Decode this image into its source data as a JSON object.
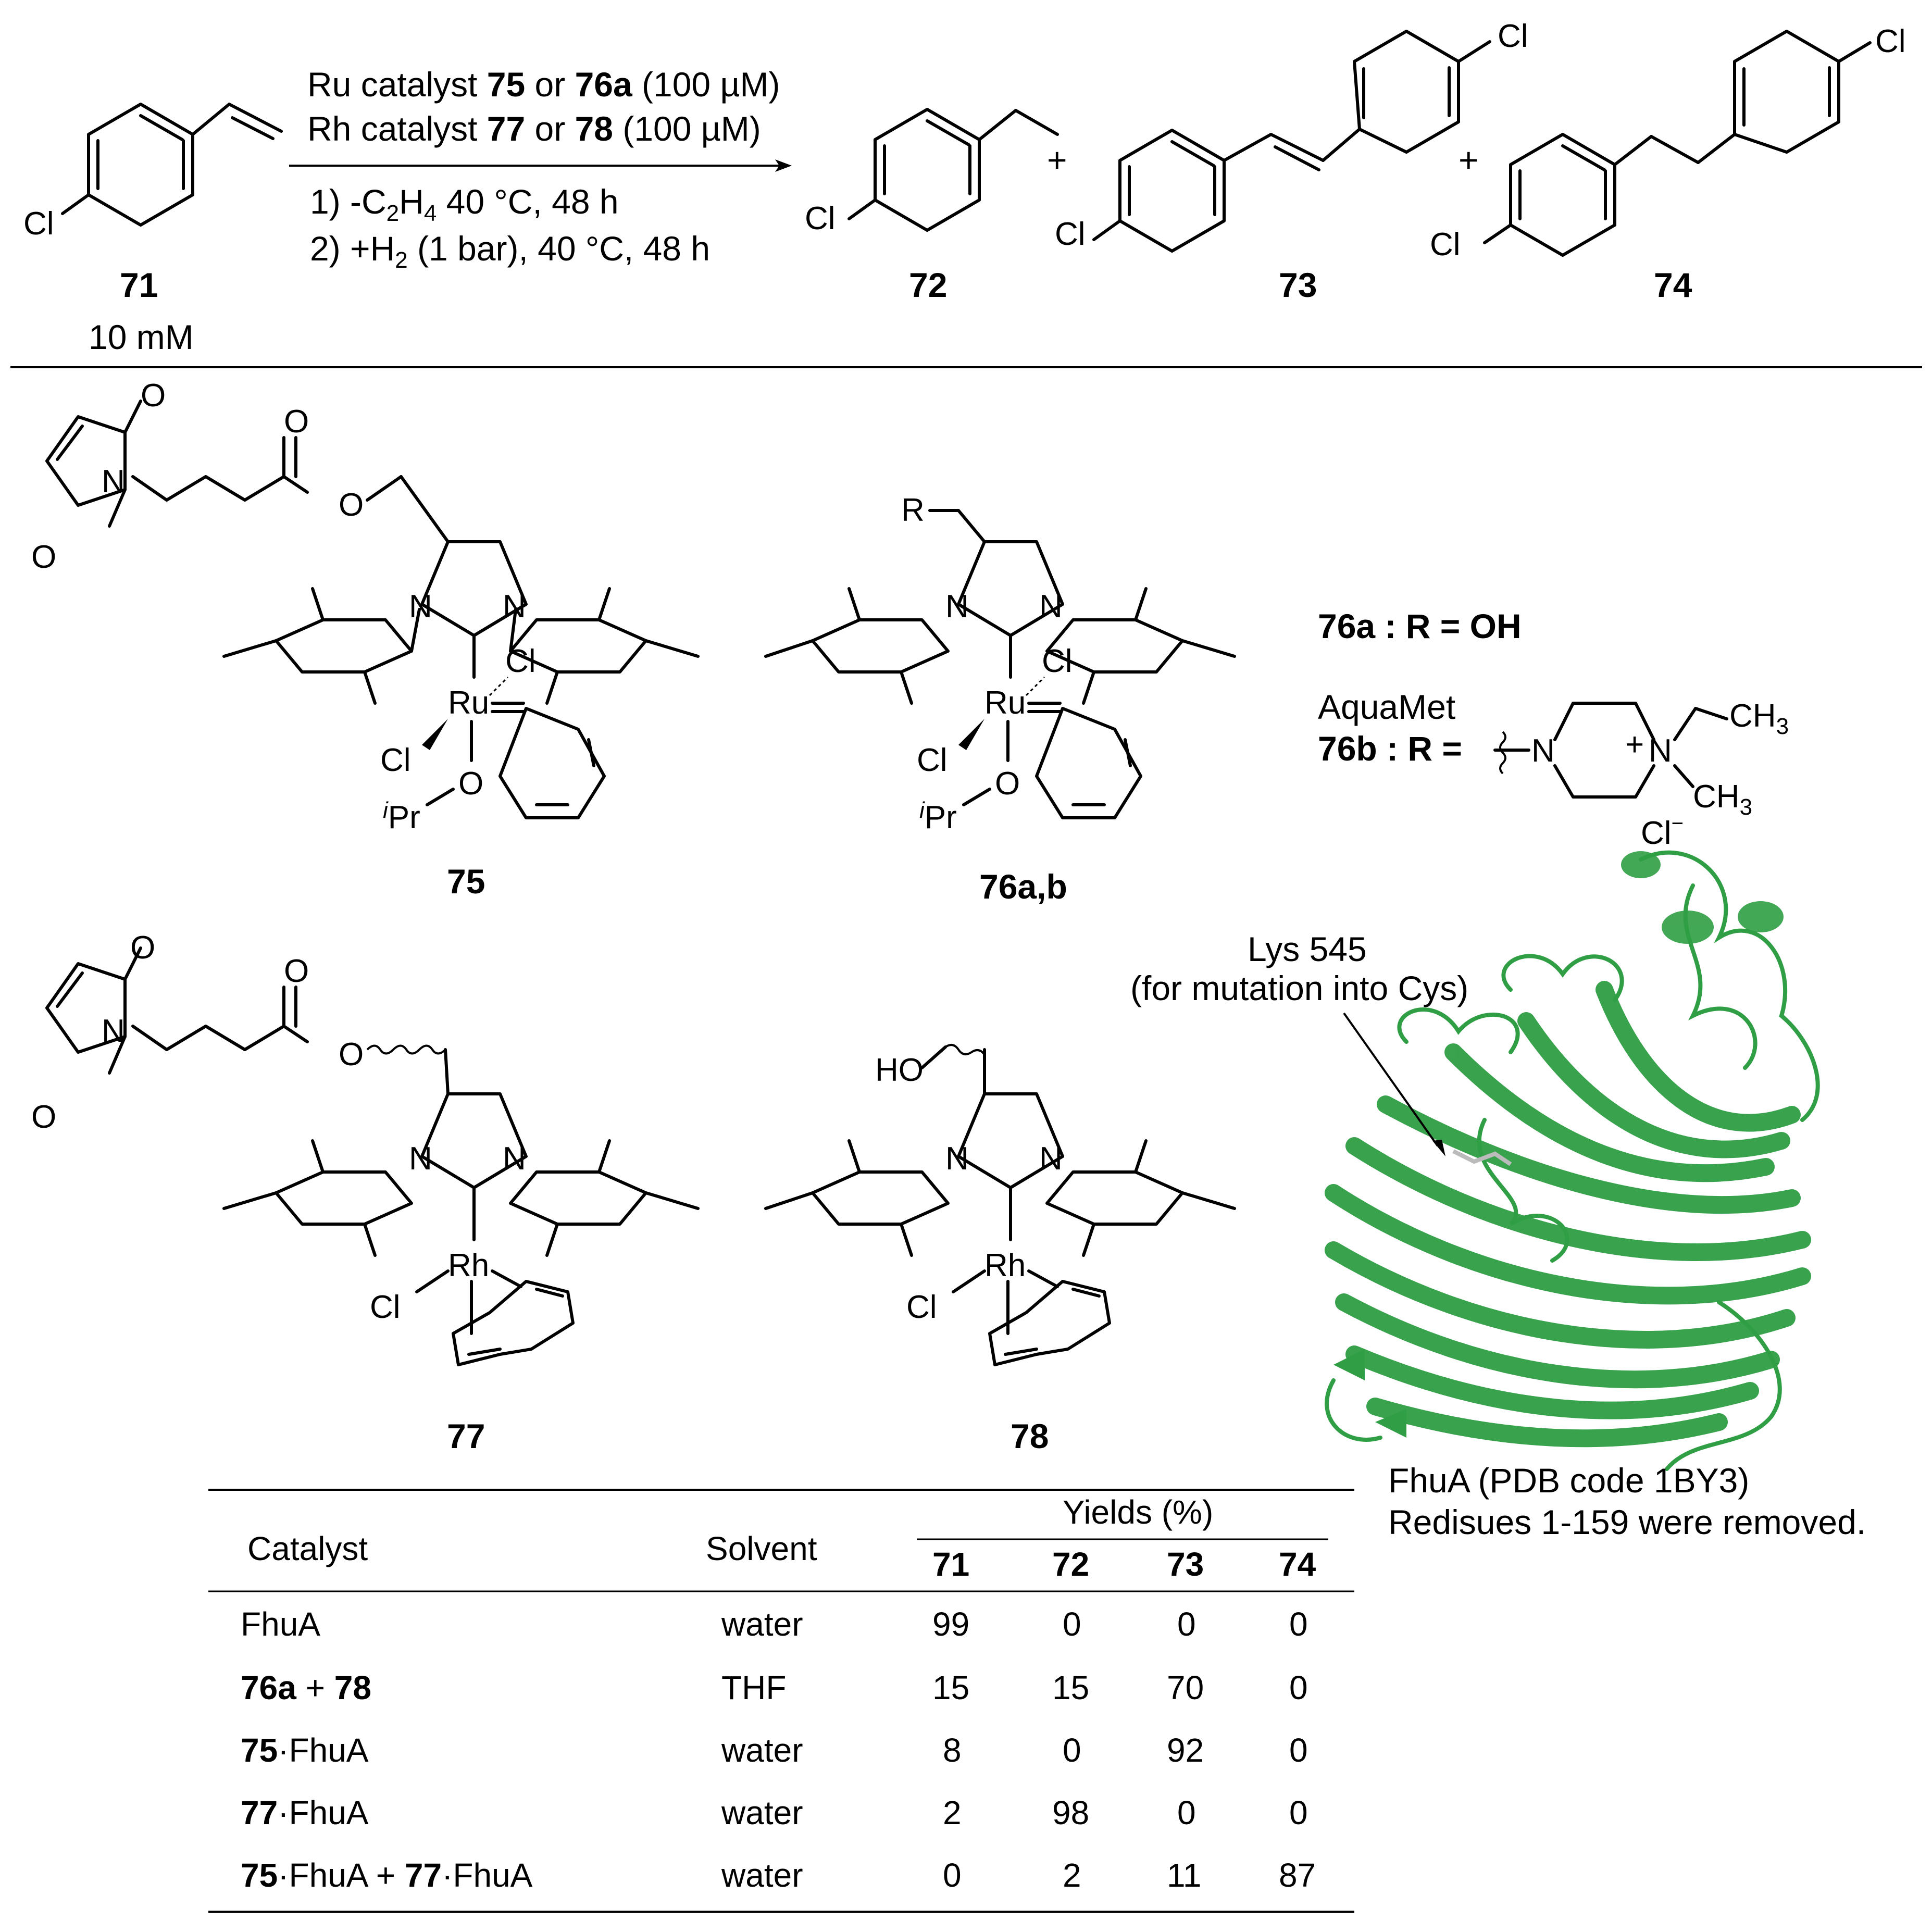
{
  "reaction": {
    "conditions": {
      "line1_pre": "Ru catalyst ",
      "line1_c1": "75",
      "line1_mid": " or ",
      "line1_c2": "76a",
      "line1_post": " (100 µM)",
      "line2_pre": "Rh catalyst ",
      "line2_c1": "77",
      "line2_mid": " or ",
      "line2_c2": "78",
      "line2_post": " (100 µM)",
      "step1_pre": "1) -C",
      "step1_sub1": "2",
      "step1_mid": "H",
      "step1_sub2": "4",
      "step1_post": " 40 °C, 48 h",
      "step2_pre": "2) +H",
      "step2_sub": "2",
      "step2_post": " (1 bar), 40 °C, 48 h"
    },
    "substrate_label": "71",
    "substrate_conc": "10 mM",
    "products": [
      "72",
      "73",
      "74"
    ],
    "plus": "+"
  },
  "atoms": {
    "Cl": "Cl",
    "N": "N",
    "O": "O",
    "Ru": "Ru",
    "Rh": "Rh",
    "iPr_i": "i",
    "iPr_Pr": "Pr",
    "R": "R",
    "HO": "HO",
    "CH3_C": "CH",
    "CH3_sub": "3",
    "plus_charge": "+",
    "Cl_minus": "Cl",
    "minus": "−"
  },
  "catalysts": {
    "c75": "75",
    "c76": "76a,b",
    "c77": "77",
    "c78": "78",
    "r76a_label": "76a : R = OH",
    "aquamet": "AquaMet",
    "r76b_label": "76b : R ="
  },
  "protein": {
    "lys_line1": "Lys 545",
    "lys_line2": "(for mutation into Cys)",
    "caption_line1": "FhuA (PDB code 1BY3)",
    "caption_line2": "Redisues 1-159 were removed.",
    "color": "#2f9e44"
  },
  "table": {
    "yields_header": "Yields (%)",
    "headers": [
      "Catalyst",
      "Solvent",
      "71",
      "72",
      "73",
      "74"
    ],
    "rows": [
      {
        "cat_b1": "",
        "cat_t1": "FhuA",
        "cat_b2": "",
        "cat_t2": "",
        "solvent": "water",
        "y71": "99",
        "y72": "0",
        "y73": "0",
        "y74": "0"
      },
      {
        "cat_b1": "76a",
        "cat_t1": " + ",
        "cat_b2": "78",
        "cat_t2": "",
        "solvent": "THF",
        "y71": "15",
        "y72": "15",
        "y73": "70",
        "y74": "0"
      },
      {
        "cat_b1": "75",
        "cat_t1": "·FhuA",
        "cat_b2": "",
        "cat_t2": "",
        "solvent": "water",
        "y71": "8",
        "y72": "0",
        "y73": "92",
        "y74": "0"
      },
      {
        "cat_b1": "77",
        "cat_t1": "·FhuA",
        "cat_b2": "",
        "cat_t2": "",
        "solvent": "water",
        "y71": "2",
        "y72": "98",
        "y73": "0",
        "y74": "0"
      },
      {
        "cat_b1": "75",
        "cat_t1": "·FhuA + ",
        "cat_b2": "77",
        "cat_t2": "·FhuA",
        "solvent": "water",
        "y71": "0",
        "y72": "2",
        "y73": "11",
        "y74": "87"
      }
    ]
  }
}
